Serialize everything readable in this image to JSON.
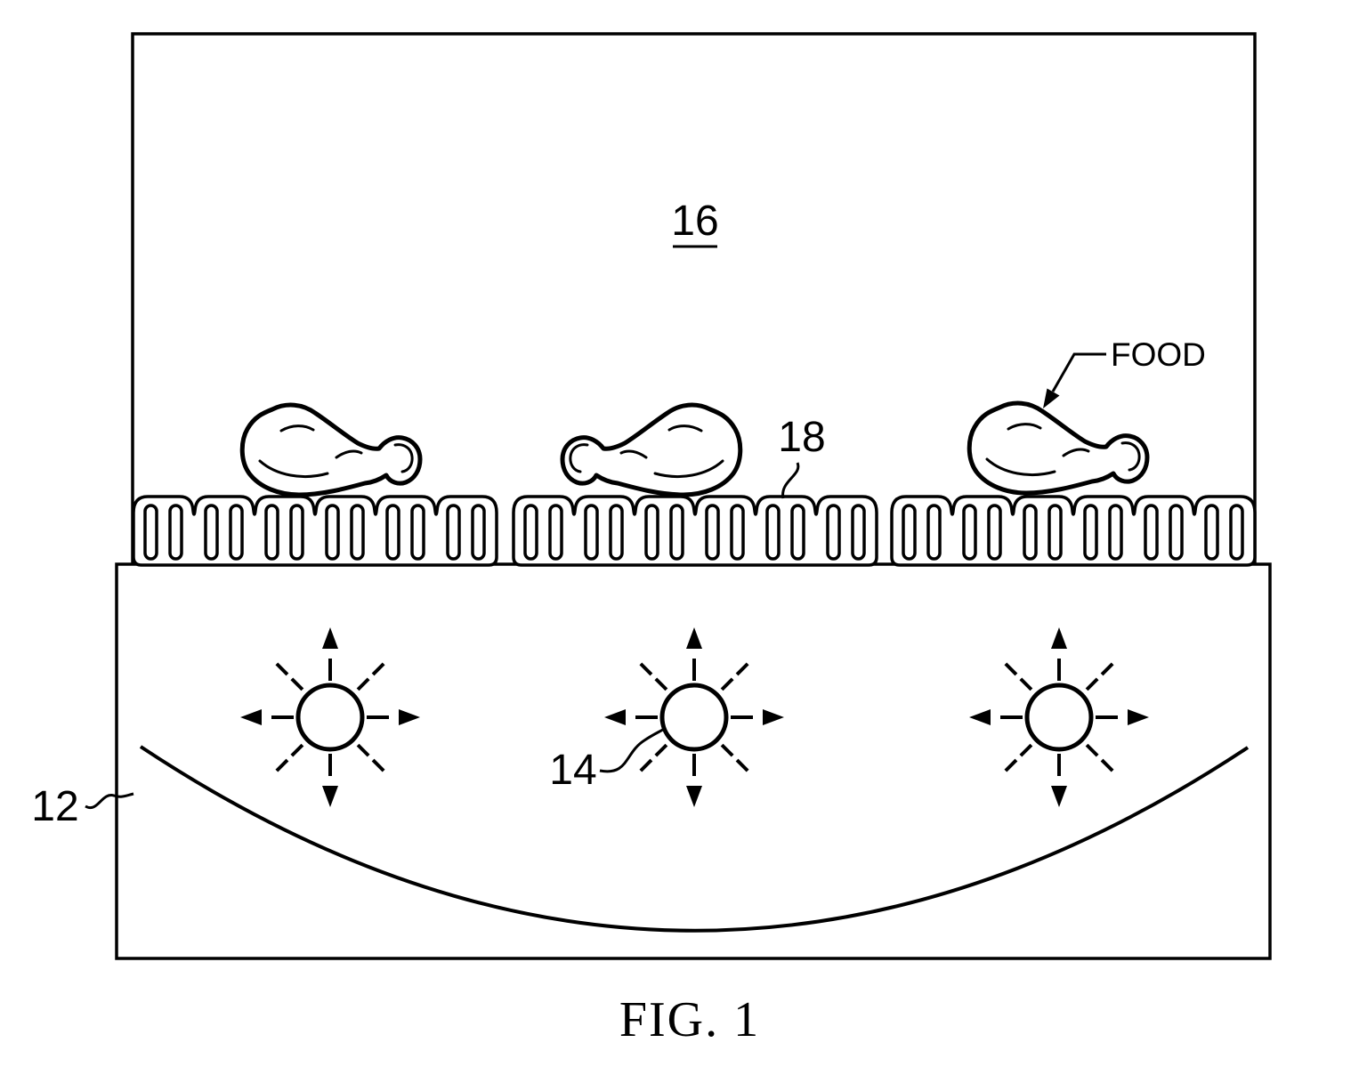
{
  "figure": {
    "caption": "FIG. 1",
    "labels": {
      "cooking_chamber": "16",
      "grate": "18",
      "burner": "14",
      "housing": "12",
      "food": "FOOD"
    },
    "counts": {
      "food_items": 3,
      "grate_panels": 3,
      "burners": 3
    },
    "colors": {
      "ink": "#000000",
      "background": "#ffffff"
    }
  }
}
